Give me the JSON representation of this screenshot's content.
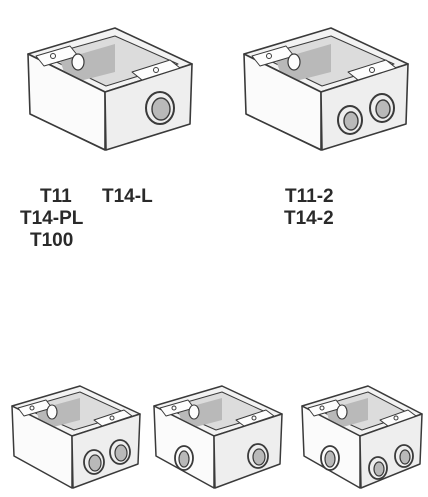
{
  "labels": {
    "t11": "T11",
    "t14l": "T14-L",
    "t14pl": "T14-PL",
    "t100": "T100",
    "t11_2": "T11-2",
    "t14_2": "T14-2"
  },
  "boxes": [
    {
      "name": "box-single-hub",
      "side_hubs": 1,
      "end_hubs": 1
    },
    {
      "name": "box-double-hub",
      "side_hubs": 2,
      "end_hubs": 0
    },
    {
      "name": "box-double-hub-lower-left",
      "side_hubs": 2,
      "end_hubs": 0
    },
    {
      "name": "box-hub-center",
      "side_hubs": 2,
      "end_hubs": 0
    },
    {
      "name": "box-hub-right",
      "side_hubs": 3,
      "end_hubs": 0
    }
  ]
}
